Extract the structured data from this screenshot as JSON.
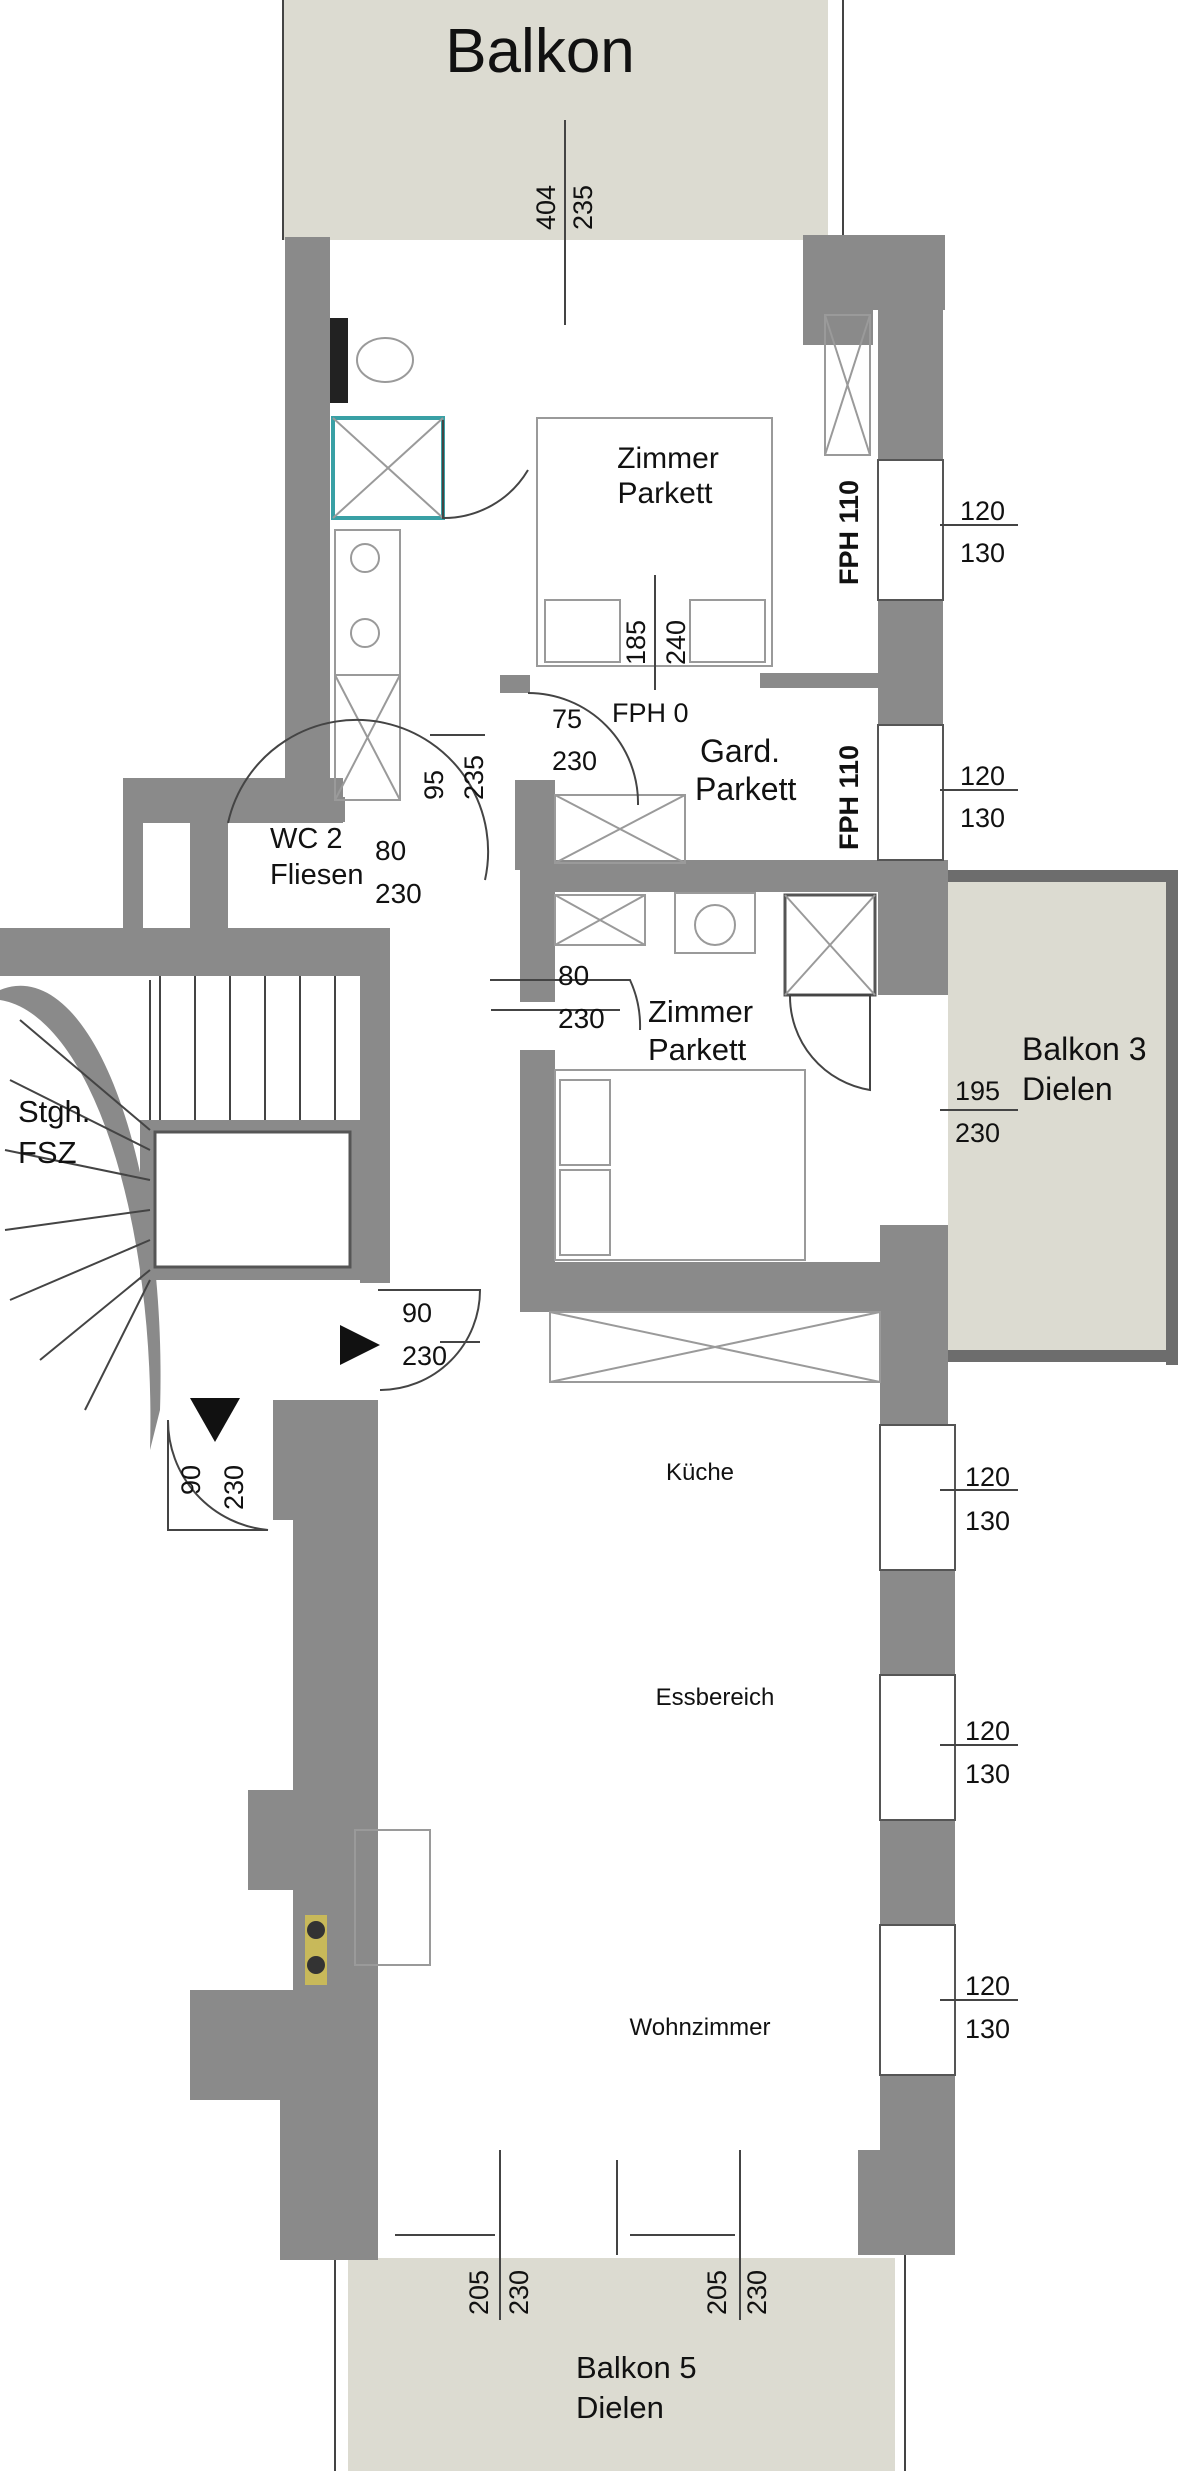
{
  "colors": {
    "wall": "#8a8a8a",
    "balcony": "#dcdbd1",
    "arrow": "#111111"
  },
  "rooms": {
    "balkon_top": "Balkon",
    "zimmer1": [
      "Zimmer",
      "Parkett"
    ],
    "gard": [
      "Gard.",
      "Parkett"
    ],
    "wc2": [
      "WC 2",
      "Fliesen"
    ],
    "zimmer2": [
      "Zimmer",
      "Parkett"
    ],
    "stgh": [
      "Stgh.",
      "FSZ"
    ],
    "balkon3": [
      "Balkon 3",
      "Dielen"
    ],
    "kueche": "Küche",
    "essbereich": "Essbereich",
    "wohnzimmer": "Wohnzimmer",
    "balkon5": [
      "Balkon 5",
      "Dielen"
    ]
  },
  "dimensions": {
    "top_door": [
      "404",
      "235"
    ],
    "zimmer1_bed": [
      "185",
      "240"
    ],
    "fph0": "FPH 0",
    "door_75": [
      "75",
      "230"
    ],
    "door_95": [
      "95",
      "235"
    ],
    "wc2_door": [
      "80",
      "230"
    ],
    "zimmer2_door": [
      "80",
      "230"
    ],
    "fph110_a": "FPH 110",
    "fph110_b": "FPH 110",
    "window1": [
      "120",
      "130"
    ],
    "window2": [
      "120",
      "130"
    ],
    "balkon3_door": [
      "195",
      "230"
    ],
    "entry_door": [
      "90",
      "230"
    ],
    "stair_door": [
      "90",
      "230"
    ],
    "window3": [
      "120",
      "130"
    ],
    "window4": [
      "120",
      "130"
    ],
    "window5": [
      "120",
      "130"
    ],
    "bottom_door_left": [
      "205",
      "230"
    ],
    "bottom_door_right": [
      "205",
      "230"
    ]
  }
}
